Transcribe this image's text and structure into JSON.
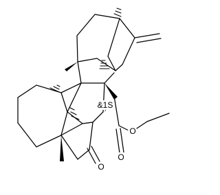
{
  "labels": {
    "stereo_label": "&1S",
    "ketone_oxygen": "O",
    "ester_carbonyl_oxygen": "O",
    "ester_ether_oxygen": "O"
  }
}
